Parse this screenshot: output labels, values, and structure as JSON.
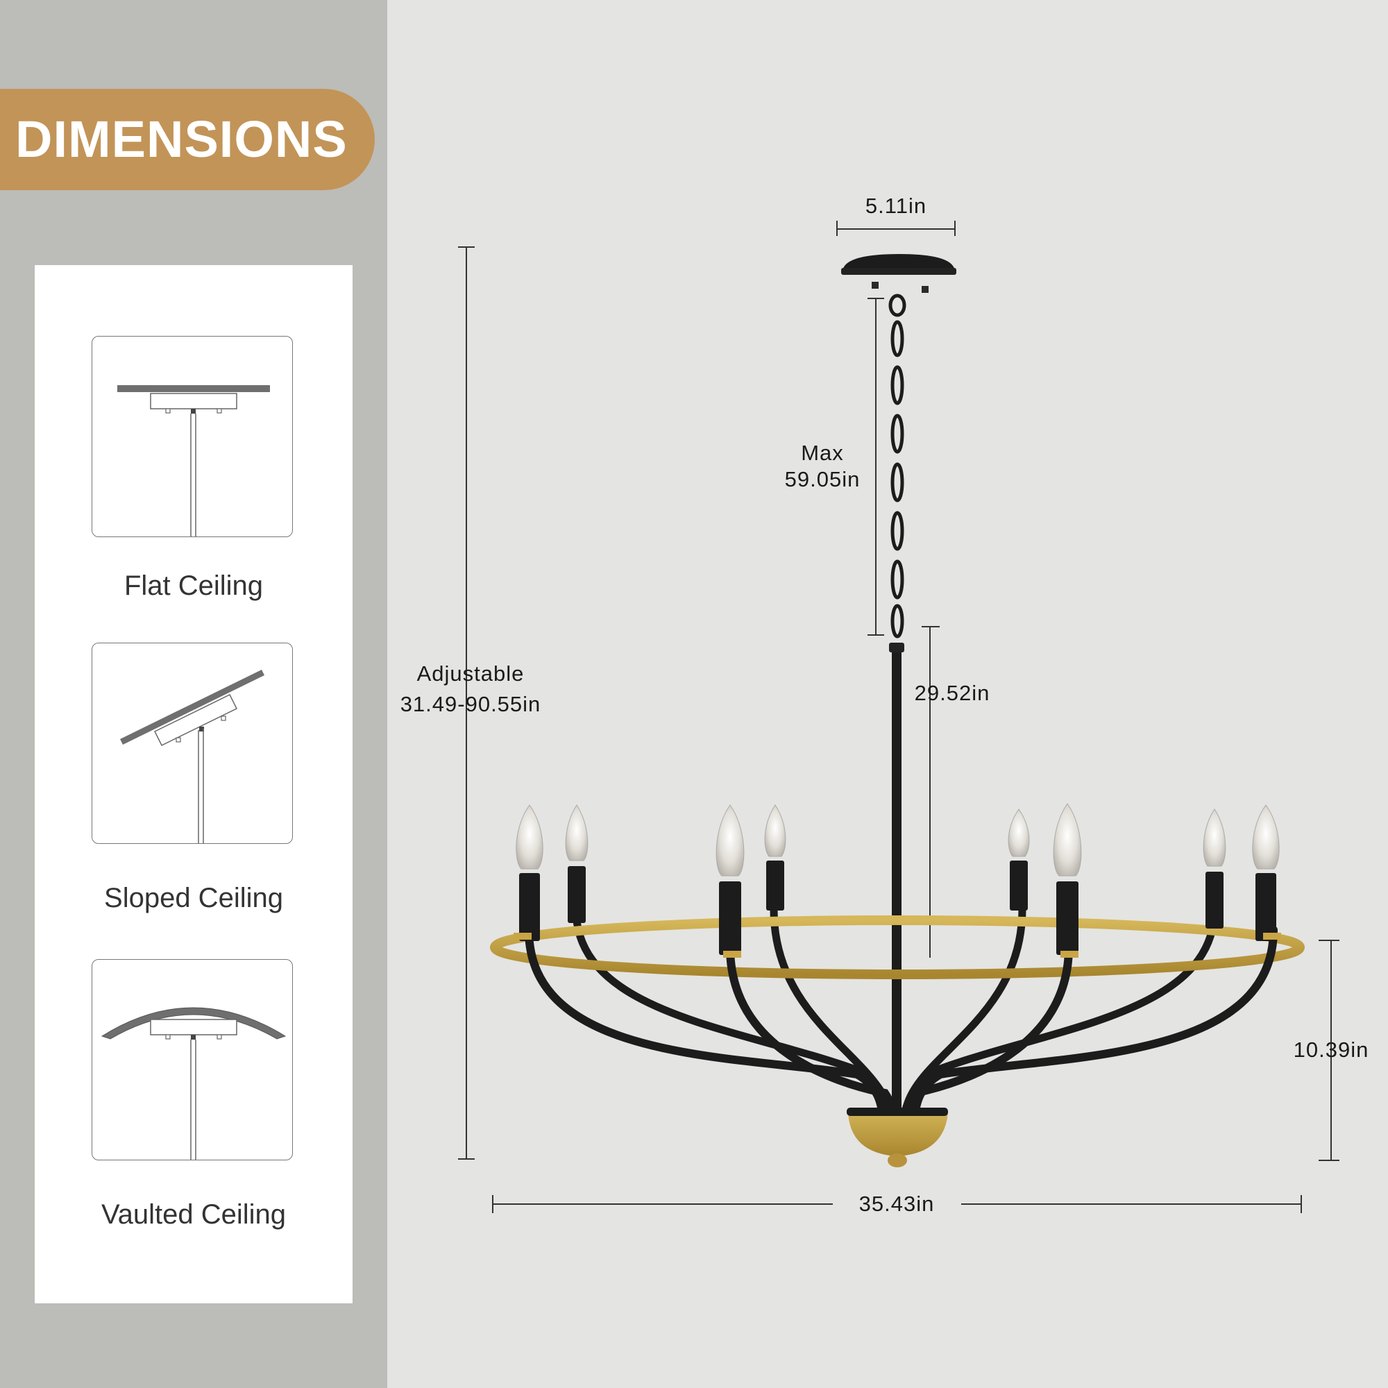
{
  "badge": {
    "title": "DIMENSIONS"
  },
  "ceiling_types": [
    {
      "label": "Flat Ceiling",
      "icon": "flat-ceiling-icon"
    },
    {
      "label": "Sloped Ceiling",
      "icon": "sloped-ceiling-icon"
    },
    {
      "label": "Vaulted Ceiling",
      "icon": "vaulted-ceiling-icon"
    }
  ],
  "dimensions": {
    "canopy_width": "5.11in",
    "chain_max_label": "Max",
    "chain_max_value": "59.05in",
    "adjustable_label": "Adjustable",
    "adjustable_value": "31.49-90.55in",
    "body_height": "29.52in",
    "frame_height": "10.39in",
    "overall_width": "35.43in"
  },
  "colors": {
    "badge": "#c29458",
    "gold": "#c9a545",
    "black": "#1c1c1c",
    "left_panel": "#bcbcb8",
    "background": "#e4e4e2"
  }
}
